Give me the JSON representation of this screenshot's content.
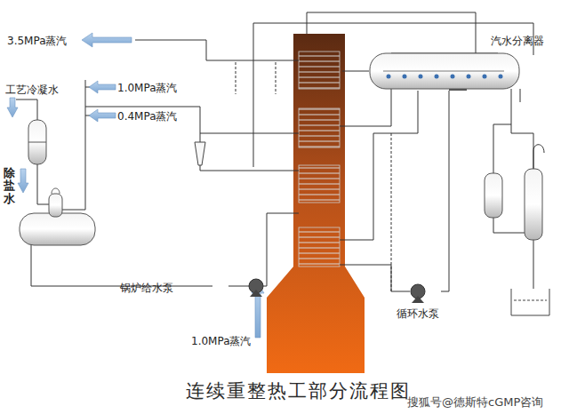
{
  "diagram": {
    "caption": "连续重整热工部分流程图",
    "nodes": [
      {
        "text": [
          "汽水分离器"
        ]
      },
      {
        "text": [
          "锅炉给水泵"
        ]
      },
      {
        "text": [
          "循环水泵"
        ]
      }
    ],
    "edges": [
      {
        "from": 0,
        "to": 2,
        "arrow": "none"
      }
    ],
    "labels": [
      "3.5MPa蒸汽",
      "工艺冷凝水",
      "1.0MPa蒸汽",
      "0.4MPa蒸汽",
      "除盐水",
      "1.0MPa蒸汽",
      "搜狐号@德斯特cGMP咨询"
    ]
  }
}
